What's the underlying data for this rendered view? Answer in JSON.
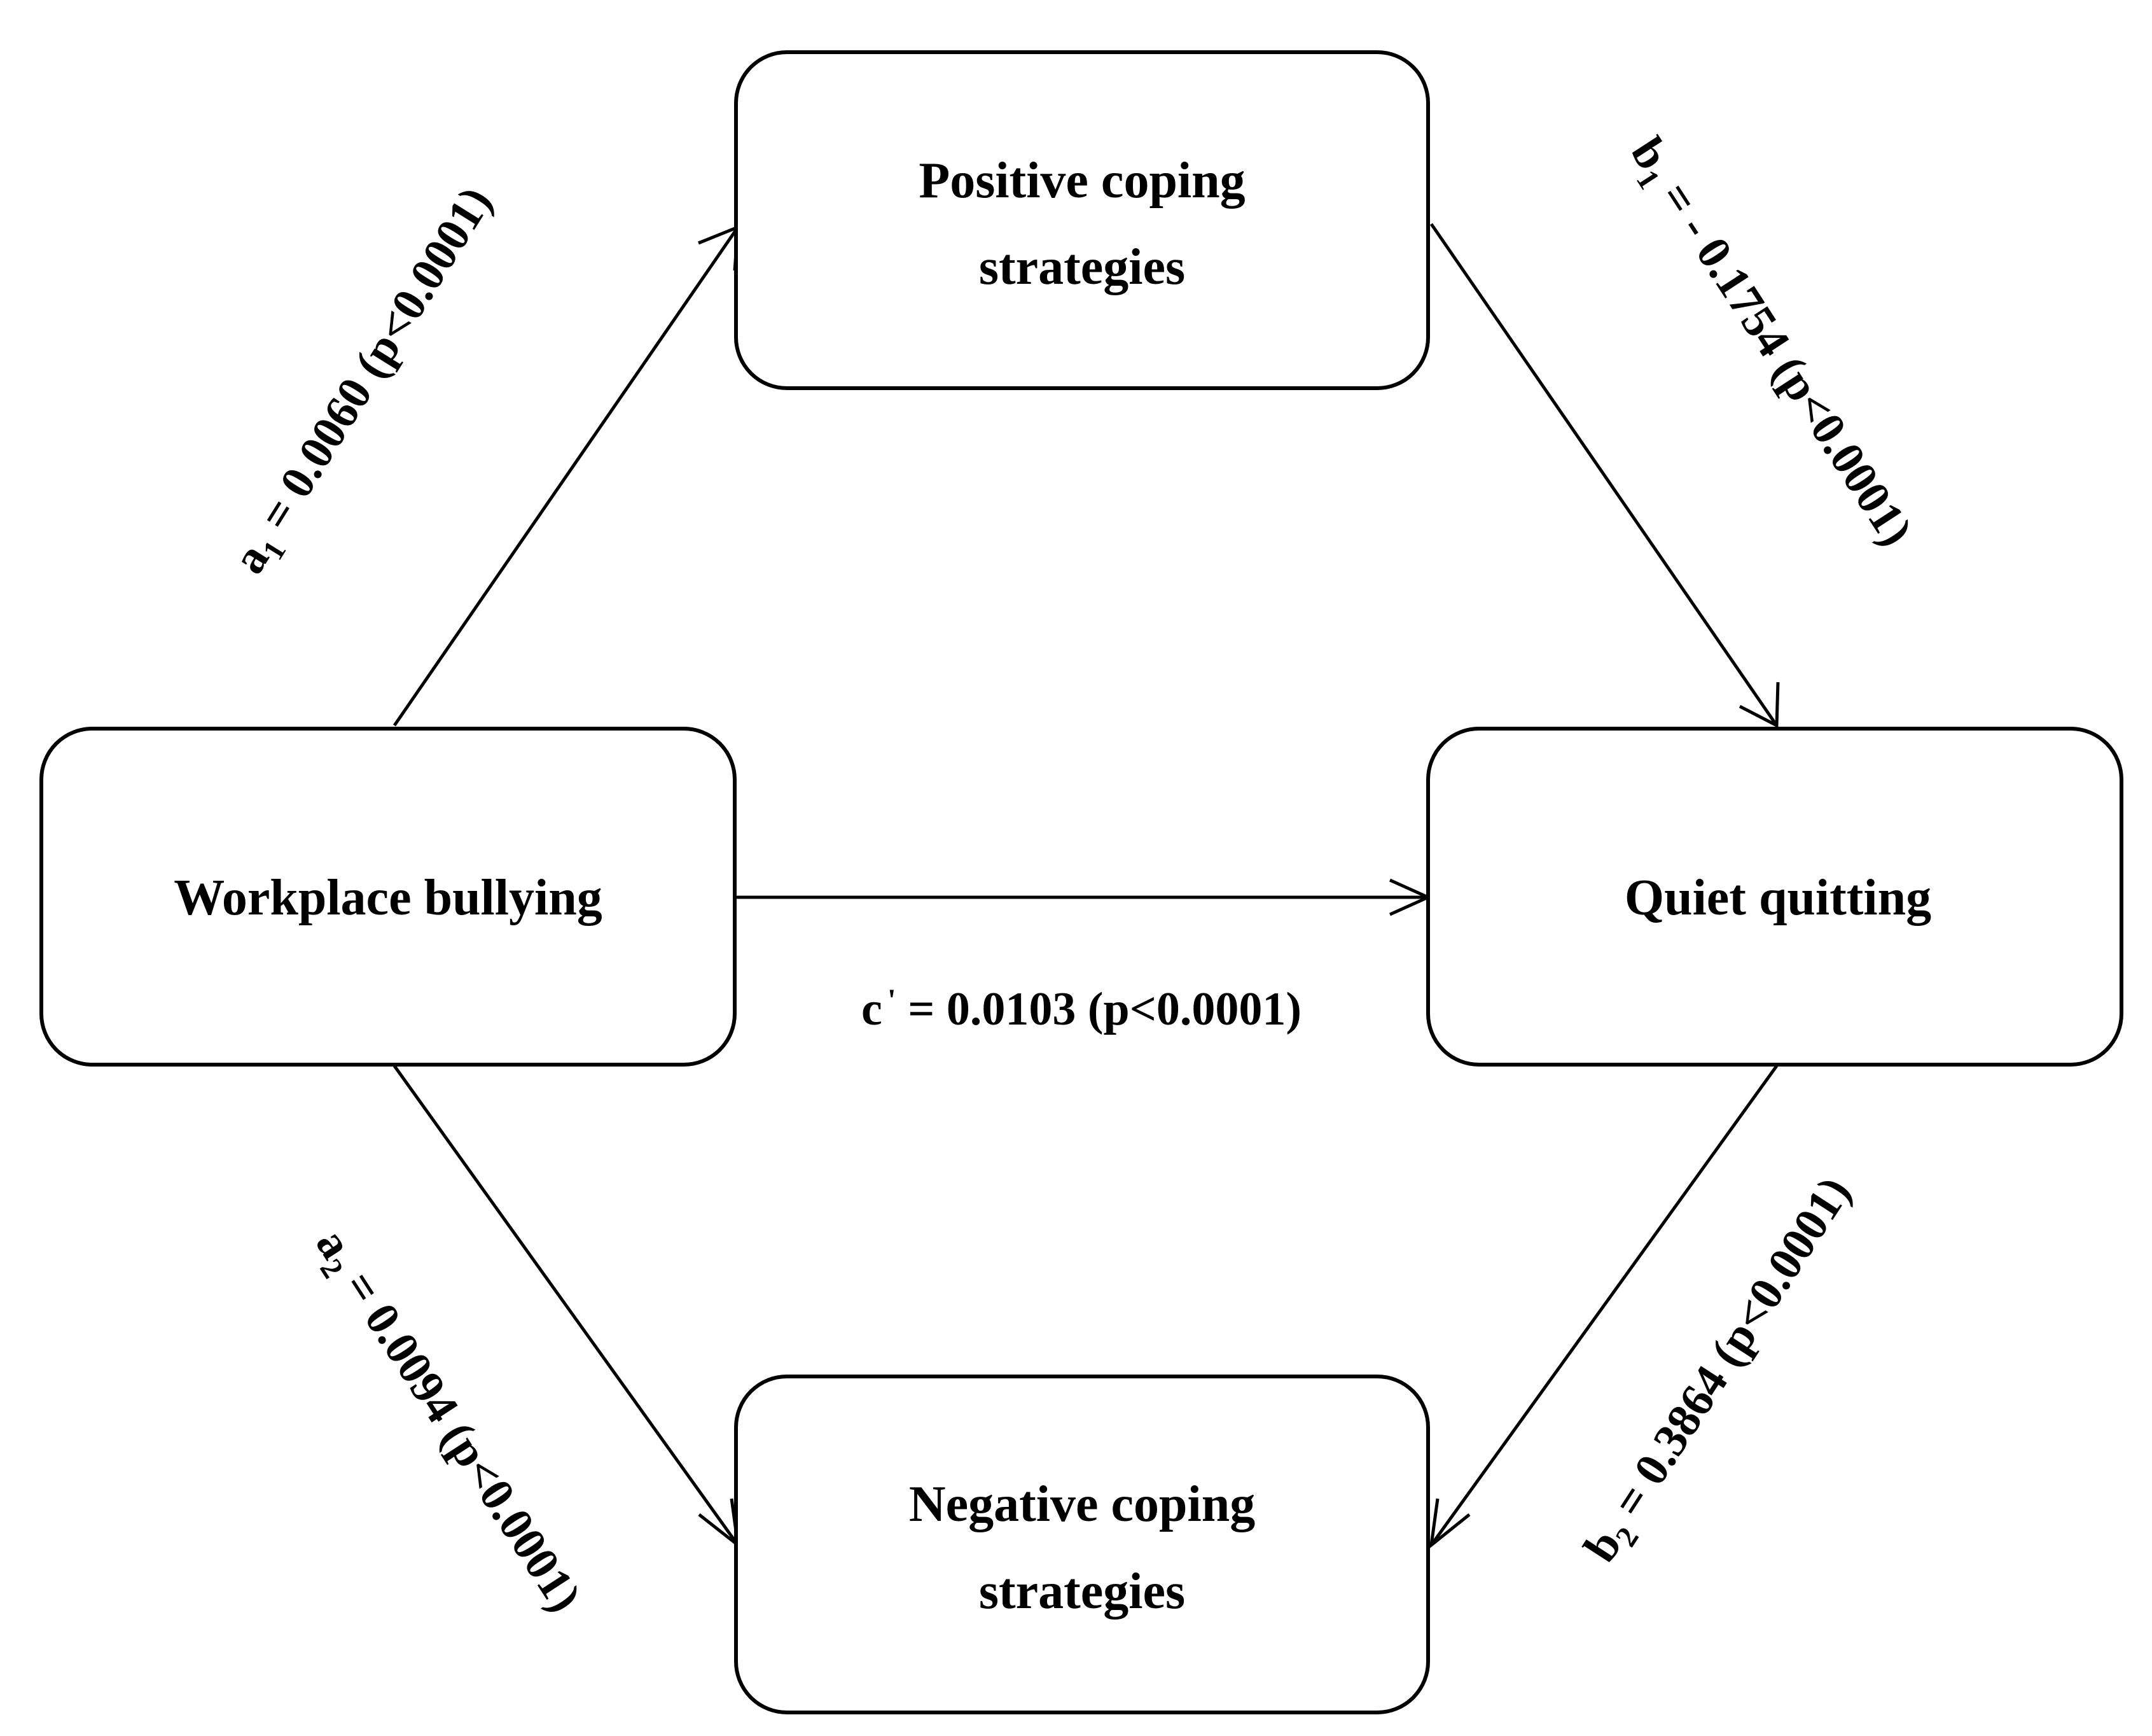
{
  "nodes": {
    "positive_coping": {
      "line1": "Positive coping",
      "line2": "strategies"
    },
    "workplace_bullying": {
      "label": "Workplace bullying"
    },
    "quiet_quitting": {
      "label": "Quiet quitting"
    },
    "negative_coping": {
      "line1": "Negative coping",
      "line2": "strategies"
    }
  },
  "paths": {
    "a1": {
      "symbol": "a",
      "subscript": "1",
      "text": " = 0.0060 (p<0.0001)"
    },
    "b1": {
      "symbol": "b",
      "subscript": "1",
      "text": " = - 0.1754 (p<0.0001)"
    },
    "c_prime": {
      "symbol": "c",
      "prime": "'",
      "text": " = 0.0103 (p<0.0001)"
    },
    "a2": {
      "symbol": "a",
      "subscript": "2",
      "text": " = 0.0094 (p<0.0001)"
    },
    "b2": {
      "symbol": "b",
      "subscript": "2",
      "text": " = 0.3864 (p<0.0001)"
    }
  }
}
